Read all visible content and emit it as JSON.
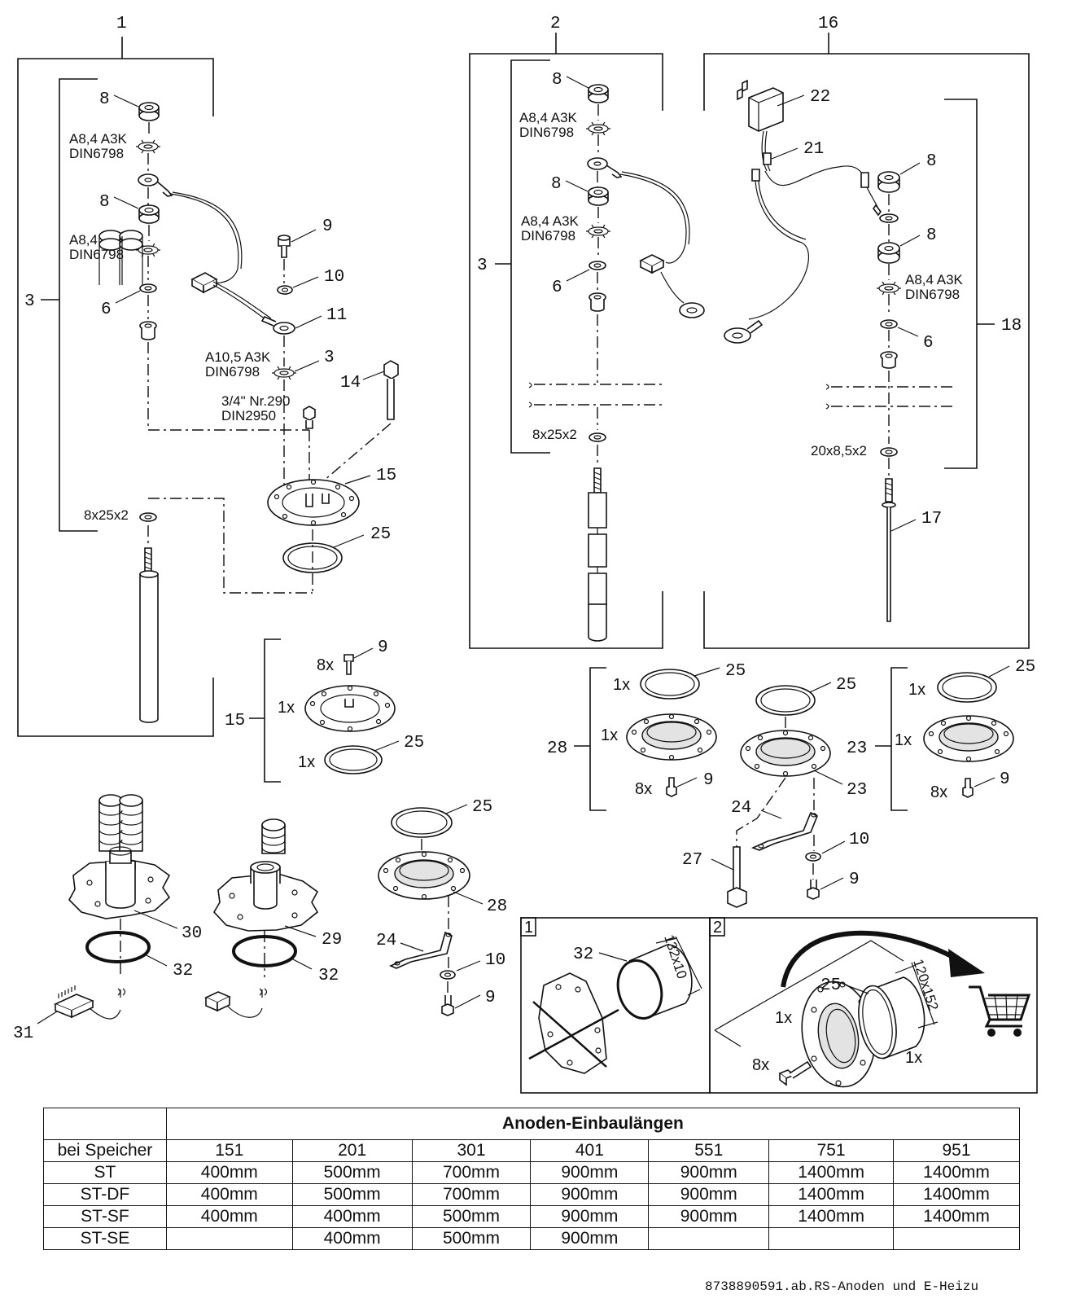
{
  "callouts": {
    "group1": "1",
    "group2": "2",
    "group16": "16",
    "n3": "3",
    "n6": "6",
    "n8": "8",
    "n9": "9",
    "n10": "10",
    "n11": "11",
    "n14": "14",
    "n15": "15",
    "n17": "17",
    "n18": "18",
    "n21": "21",
    "n22": "22",
    "n23": "23",
    "n24": "24",
    "n25": "25",
    "n27": "27",
    "n28": "28",
    "n29": "29",
    "n30": "30",
    "n31": "31",
    "n32": "32"
  },
  "specs": {
    "a84": "A8,4 A3K",
    "a105": "A10,5 A3K",
    "din6798": "DIN6798",
    "nr290": "3/4\" Nr.290",
    "din2950": "DIN2950",
    "w8x25": "8x25x2",
    "w20x85": "20x8,5x2",
    "ring132": "132x10",
    "ring120": "120x152"
  },
  "quantities": {
    "q1": "1x",
    "q8": "8x"
  },
  "notes": {
    "box1": "1",
    "box2": "2"
  },
  "table": {
    "title": "Anoden-Einbaulängen",
    "header_label": "bei Speicher",
    "columns": [
      "151",
      "201",
      "301",
      "401",
      "551",
      "751",
      "951"
    ],
    "rows": [
      {
        "label": "ST",
        "values": [
          "400mm",
          "500mm",
          "700mm",
          "900mm",
          "900mm",
          "1400mm",
          "1400mm"
        ]
      },
      {
        "label": "ST-DF",
        "values": [
          "400mm",
          "500mm",
          "700mm",
          "900mm",
          "900mm",
          "1400mm",
          "1400mm"
        ]
      },
      {
        "label": "ST-SF",
        "values": [
          "400mm",
          "400mm",
          "500mm",
          "900mm",
          "900mm",
          "1400mm",
          "1400mm"
        ]
      },
      {
        "label": "ST-SE",
        "values": [
          "",
          "400mm",
          "500mm",
          "900mm",
          "",
          "",
          ""
        ]
      }
    ]
  },
  "footer": "8738890591.ab.RS-Anoden und E-Heizu"
}
